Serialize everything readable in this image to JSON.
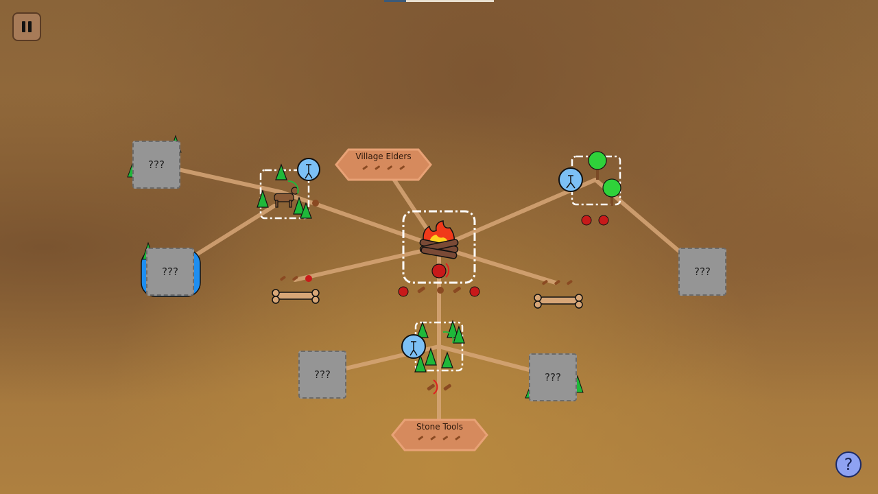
{
  "hud": {
    "pause_icon": "pause-icon",
    "help_label": "?",
    "top_progress": 0.2
  },
  "techs": [
    {
      "label": "Village Elders"
    },
    {
      "label": "Stone Tools"
    }
  ],
  "unknown_tiles": [
    {
      "label": "???"
    },
    {
      "label": "???"
    },
    {
      "label": "???"
    },
    {
      "label": "???"
    },
    {
      "label": "???"
    }
  ],
  "colors": {
    "path": "#d7a677",
    "tech_fill": "#d68a5d",
    "villager": "#7cc0f5",
    "tree": "#1fb83a",
    "apple": "#c81a1a",
    "unknown": "#959595"
  }
}
